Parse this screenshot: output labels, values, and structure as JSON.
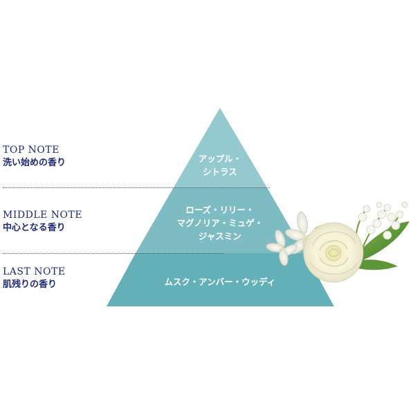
{
  "notes": {
    "top": {
      "title": "TOP NOTE",
      "subtitle": "洗い始めの香り",
      "lines": [
        "アップル・",
        "シトラス"
      ]
    },
    "middle": {
      "title": "MIDDLE NOTE",
      "subtitle": "中心となる香り",
      "lines": [
        "ローズ・リリー・",
        "マグノリア・ミュゲ・",
        "ジャスミン"
      ]
    },
    "last": {
      "title": "LAST NOTE",
      "subtitle": "肌残りの香り",
      "lines": [
        "ムスク・アンバー・ウッディ"
      ]
    }
  },
  "colors": {
    "tier_top": "#94c9cf",
    "tier_middle": "#7dbcc3",
    "tier_last": "#64b0b8",
    "label_text": "#1e2a78",
    "divider": "#555555"
  },
  "illustration": {
    "name": "white-rose-and-lily-of-the-valley-bouquet"
  }
}
